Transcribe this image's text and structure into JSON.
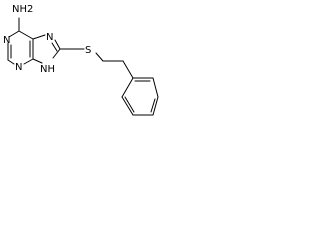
{
  "molecule": {
    "labels": {
      "amine": "NH2",
      "n1": "N",
      "n3": "N",
      "n7": "N",
      "n9": "NH",
      "sulfur": "S"
    }
  }
}
